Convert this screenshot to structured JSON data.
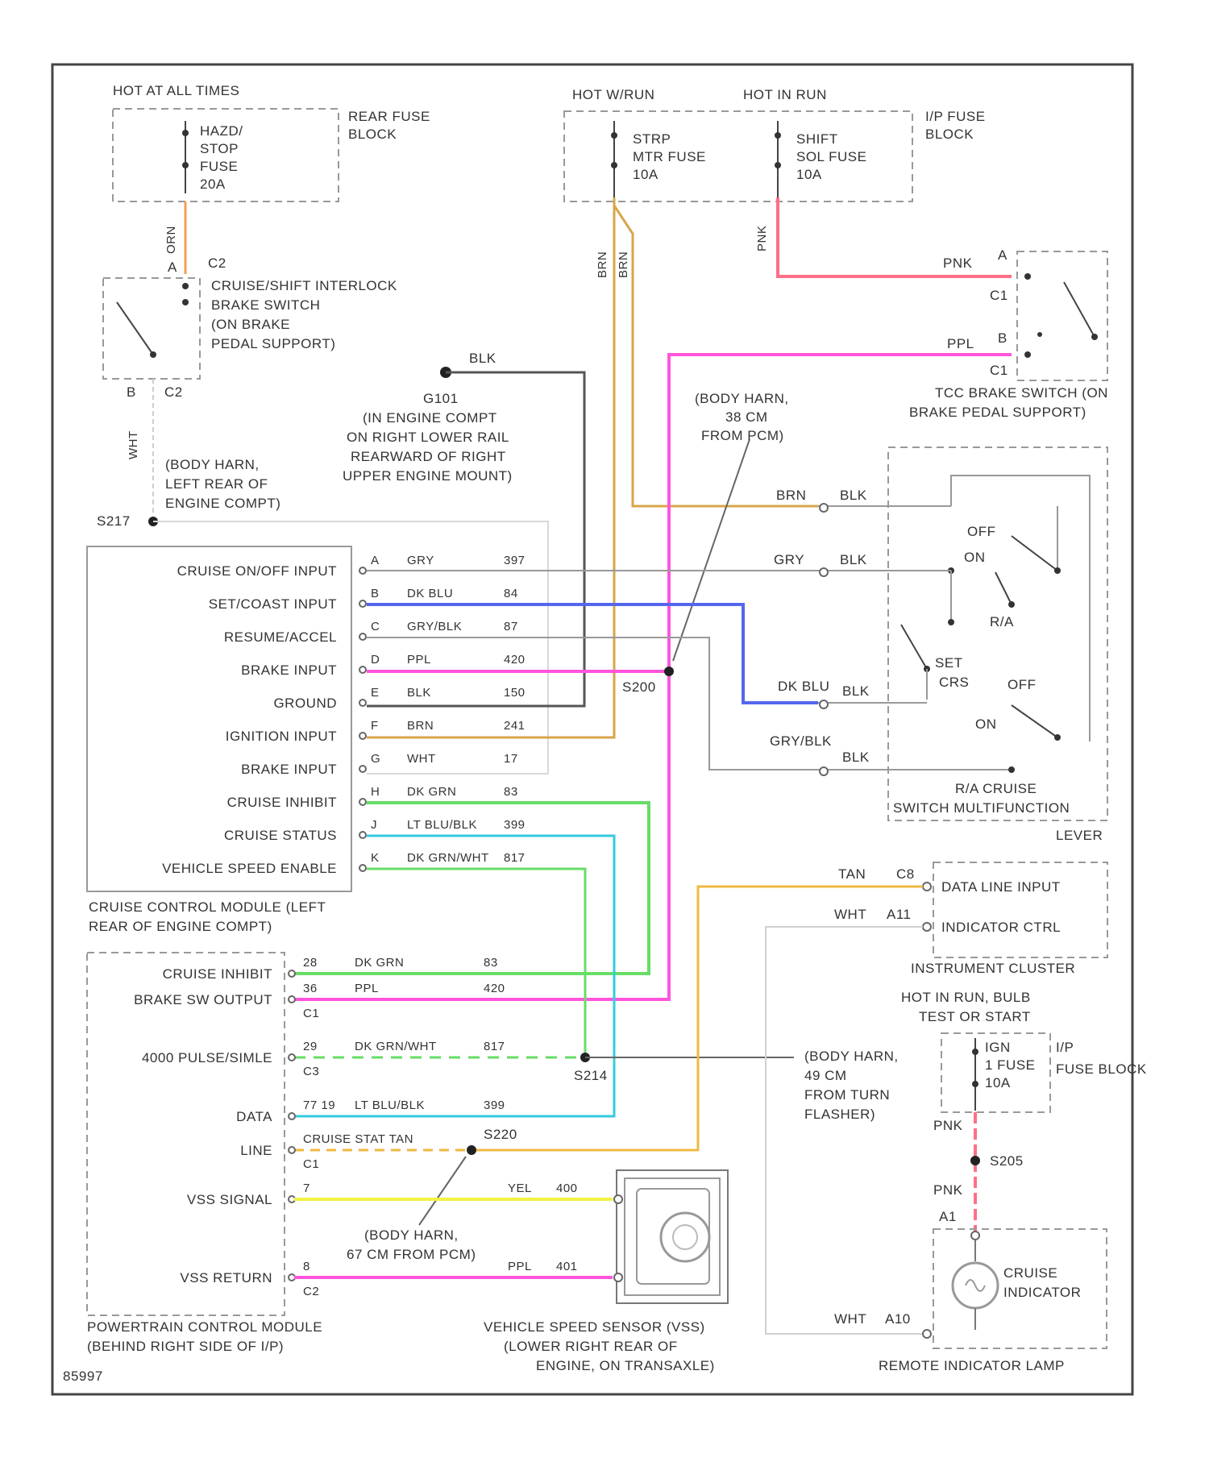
{
  "diagram_id": "85997",
  "colors": {
    "orn": "#f0a050",
    "brn": "#d7a64a",
    "pnk": "#ff6e87",
    "ppl": "#ff55dd",
    "blk": "#555555",
    "gry": "#8a8a8a",
    "dkblu": "#5566ee",
    "dkgrn": "#66dd66",
    "ltblu": "#33ccdd",
    "tan": "#f0b840",
    "yel": "#f2f246"
  },
  "fuse_blocks": {
    "rear": {
      "header": "HOT AT ALL TIMES",
      "fuse": [
        "HAZD/",
        "STOP",
        "FUSE",
        "20A"
      ],
      "block": [
        "REAR FUSE",
        "BLOCK"
      ]
    },
    "ip": {
      "header_run_start": "HOT W/RUN",
      "header_run": "HOT IN RUN",
      "fuse1": [
        "STRP",
        "MTR FUSE",
        "10A"
      ],
      "fuse2": [
        "SHIFT",
        "SOL FUSE",
        "10A"
      ],
      "block": [
        "I/P FUSE",
        "BLOCK"
      ]
    },
    "bulb": {
      "header": [
        "HOT IN RUN, BULB",
        "TEST OR START"
      ],
      "fuse": [
        "IGN",
        "1 FUSE",
        "10A"
      ],
      "block": [
        "I/P",
        "FUSE BLOCK"
      ]
    }
  },
  "interlock_switch": {
    "label": [
      "CRUISE/SHIFT INTERLOCK",
      "BRAKE SWITCH",
      "(ON BRAKE",
      "PEDAL SUPPORT)"
    ],
    "pin_a": "A",
    "pin_b": "B",
    "conn": "C2",
    "wire_top": "ORN",
    "wire_bottom": "WHT"
  },
  "grounds": {
    "g101": {
      "id": "G101",
      "wire": "BLK",
      "desc": [
        "(IN ENGINE COMPT",
        "ON RIGHT LOWER RAIL",
        "REARWARD OF RIGHT",
        "UPPER ENGINE MOUNT)"
      ]
    },
    "s217": {
      "id": "S217",
      "desc": [
        "(BODY HARN,",
        "LEFT REAR OF",
        "ENGINE COMPT)"
      ]
    }
  },
  "tcc_switch": {
    "label": [
      "TCC BRAKE SWITCH (ON",
      "BRAKE PEDAL SUPPORT)"
    ],
    "wire_a": "PNK",
    "pin_a": "A",
    "wire_b": "PPL",
    "pin_b": "B",
    "conn": "C1"
  },
  "splices": {
    "s200_note": [
      "(BODY HARN,",
      "38 CM",
      "FROM PCM)"
    ],
    "s200": "S200",
    "s214": "S214",
    "s214_note": [
      "(BODY HARN,",
      "49 CM",
      "FROM TURN",
      "FLASHER)"
    ],
    "s205": "S205",
    "s220": "S220",
    "s220_note": [
      "(BODY HARN,",
      "67 CM FROM PCM)"
    ]
  },
  "cruise_module": {
    "title": [
      "CRUISE CONTROL MODULE (LEFT",
      "REAR OF ENGINE COMPT)"
    ],
    "pins": [
      {
        "label": "CRUISE ON/OFF INPUT",
        "pin": "A",
        "wire": "GRY",
        "ckt": "397"
      },
      {
        "label": "SET/COAST INPUT",
        "pin": "B",
        "wire": "DK BLU",
        "ckt": "84"
      },
      {
        "label": "RESUME/ACCEL",
        "pin": "C",
        "wire": "GRY/BLK",
        "ckt": "87"
      },
      {
        "label": "BRAKE INPUT",
        "pin": "D",
        "wire": "PPL",
        "ckt": "420"
      },
      {
        "label": "GROUND",
        "pin": "E",
        "wire": "BLK",
        "ckt": "150"
      },
      {
        "label": "IGNITION INPUT",
        "pin": "F",
        "wire": "BRN",
        "ckt": "241"
      },
      {
        "label": "BRAKE INPUT",
        "pin": "G",
        "wire": "WHT",
        "ckt": "17"
      },
      {
        "label": "CRUISE INHIBIT",
        "pin": "H",
        "wire": "DK GRN",
        "ckt": "83"
      },
      {
        "label": "CRUISE STATUS",
        "pin": "J",
        "wire": "LT BLU/BLK",
        "ckt": "399"
      },
      {
        "label": "VEHICLE SPEED ENABLE",
        "pin": "K",
        "wire": "DK GRN/WHT",
        "ckt": "817"
      }
    ]
  },
  "multifunction_switch": {
    "label": [
      "R/A CRUISE",
      "SWITCH MULTIFUNCTION",
      "LEVER"
    ],
    "off1": "OFF",
    "on1": "ON",
    "r_a": "R/A",
    "set": "SET",
    "crs": "CRS",
    "off2": "OFF",
    "on2": "ON",
    "wires_in": [
      "BRN",
      "GRY",
      "DK BLU",
      "GRY/BLK"
    ],
    "wires_out": [
      "BLK",
      "BLK",
      "BLK",
      "BLK"
    ]
  },
  "cluster": {
    "label": "INSTRUMENT CLUSTER",
    "pins": [
      {
        "label": "DATA LINE INPUT",
        "wire": "TAN",
        "pin": "C8"
      },
      {
        "label": "INDICATOR CTRL",
        "wire": "WHT",
        "pin": "A11"
      }
    ]
  },
  "pcm": {
    "title": [
      "POWERTRAIN CONTROL MODULE",
      "(BEHIND RIGHT SIDE OF I/P)"
    ],
    "pins": [
      {
        "label": "CRUISE INHIBIT",
        "pin": "28",
        "wire": "DK GRN",
        "ckt": "83"
      },
      {
        "label": "BRAKE SW OUTPUT",
        "pin": "36",
        "wire": "PPL",
        "ckt": "420",
        "conn": "C1"
      },
      {
        "label": "4000 PULSE/SIMLE",
        "pin": "29",
        "wire": "DK GRN/WHT",
        "ckt": "817",
        "conn": "C3"
      },
      {
        "label": "DATA",
        "pin": "77 19",
        "wire": "LT BLU/BLK",
        "ckt": "399"
      },
      {
        "label": "LINE",
        "pin": "",
        "wire": "CRUISE STAT TAN",
        "ckt": "",
        "conn": "C1"
      },
      {
        "label": "VSS SIGNAL",
        "pin": "7",
        "wire": "YEL",
        "ckt": "400"
      },
      {
        "label": "VSS RETURN",
        "pin": "8",
        "wire": "PPL",
        "ckt": "401",
        "conn": "C2"
      }
    ]
  },
  "vss": {
    "label": [
      "VEHICLE SPEED SENSOR (VSS)",
      "(LOWER RIGHT REAR OF",
      "ENGINE, ON TRANSAXLE)"
    ]
  },
  "indicator": {
    "label": [
      "CRUISE",
      "INDICATOR"
    ],
    "pin_top": "A1",
    "wire_top1": "PNK",
    "wire_top2": "PNK",
    "wire_bottom": "WHT",
    "pin_bottom": "A10",
    "block": "REMOTE INDICATOR LAMP"
  }
}
